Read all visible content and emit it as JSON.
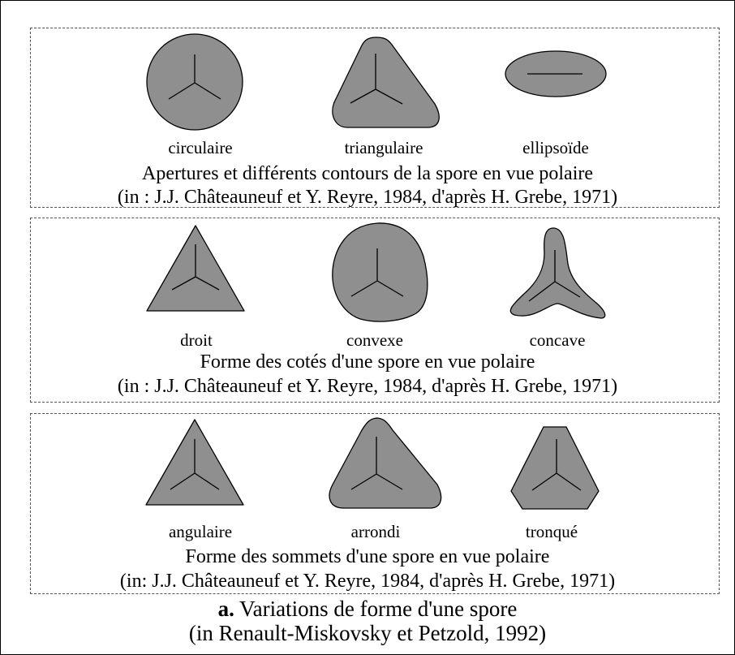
{
  "colors": {
    "shape_fill": "#8f8f8f",
    "stroke": "#000000"
  },
  "section_1": {
    "labels": [
      "circulaire",
      "triangulaire",
      "ellipsoïde"
    ],
    "caption": "Apertures et différents contours de la spore en vue  polaire",
    "source": "(in : J.J. Châteauneuf et Y. Reyre, 1984, d'après H. Grebe, 1971)"
  },
  "section_2": {
    "labels": [
      "droit",
      "convexe",
      "concave"
    ],
    "caption": "Forme des cotés d'une spore en vue  polaire",
    "source": "(in : J.J. Châteauneuf et Y. Reyre, 1984, d'après H. Grebe, 1971)"
  },
  "section_3": {
    "labels": [
      "angulaire",
      "arrondi",
      "tronqué"
    ],
    "caption": "Forme des sommets d'une spore en vue  polaire",
    "source": "(in:  J.J. Châteauneuf et Y. Reyre, 1984, d'après H. Grebe, 1971)"
  },
  "caption": {
    "letter": "a.",
    "title": " Variations de forme d'une spore",
    "source": "(in Renault-Miskovsky et Petzold, 1992)"
  }
}
